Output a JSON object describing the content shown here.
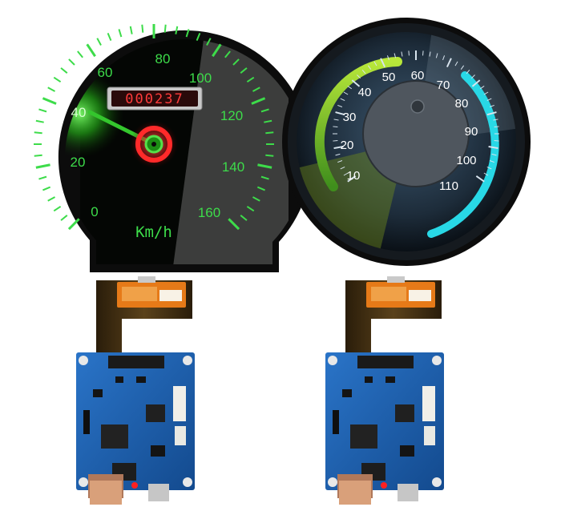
{
  "left_display": {
    "odometer": "000237",
    "unit": "Km/h",
    "dial_labels": [
      "0",
      "20",
      "40",
      "60",
      "80",
      "100",
      "120",
      "140",
      "160"
    ],
    "speed_value": 40,
    "colors": {
      "dial_text": "#3ddc4a",
      "needle": "#34c62d",
      "hub_ring": "#ff2a2a",
      "odometer_text": "#ff3b3b"
    }
  },
  "right_display": {
    "dial_labels": [
      "10",
      "20",
      "30",
      "40",
      "50",
      "60",
      "70",
      "80",
      "90",
      "100",
      "110"
    ],
    "colors": {
      "left_arc": "#8ad12c",
      "right_arc": "#28d8e6",
      "face": "#2c4052",
      "hub": "#4f565e"
    }
  },
  "boards": {
    "count": 2,
    "colors": {
      "pcb": "#1b5fb0",
      "flex": "#3a2a12",
      "connector": "#e67a18"
    }
  }
}
